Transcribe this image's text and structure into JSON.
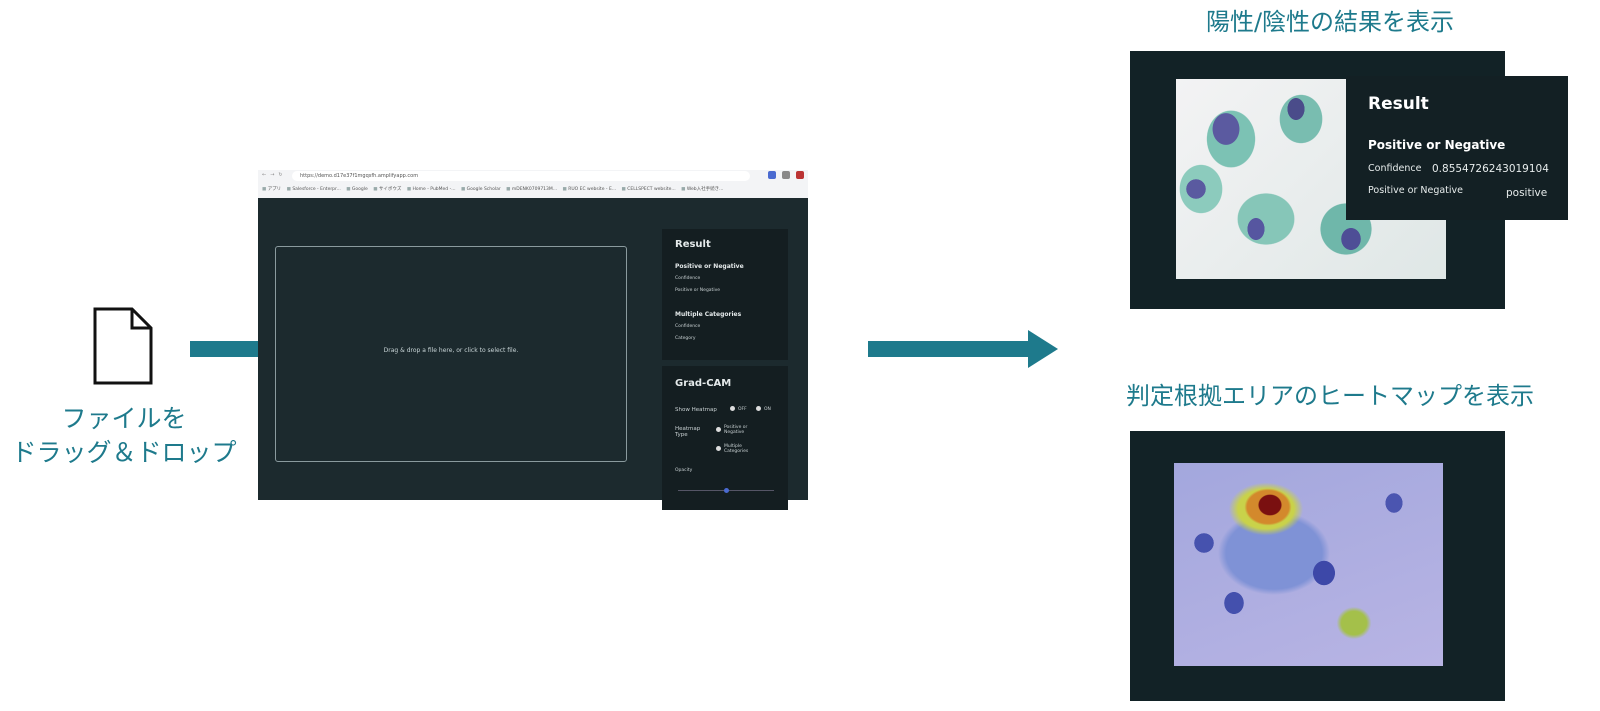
{
  "labels": {
    "left_caption_line1": "ファイルを",
    "left_caption_line2": "ドラッグ＆ドロップ",
    "top_title": "陽性/陰性の結果を表示",
    "bottom_title": "判定根拠エリアのヒートマップを表示"
  },
  "browser": {
    "url": "https://demo.d17e37f1mgqsfh.amplifyapp.com",
    "bookmarks": [
      "アプリ",
      "Salesforce - Enterpr...",
      "Google",
      "サイボウズ",
      "Home - PubMed -...",
      "Google Scholar",
      "mDENK0709713M...",
      "RUO EC website - E...",
      "CELLSPECT website...",
      "Web入社手続き..."
    ],
    "dropzone_text": "Drag & drop a file here, or click to select file.",
    "result_panel": {
      "title": "Result",
      "section1": "Positive or Negative",
      "s1_row1": "Confidence",
      "s1_row2": "Positive or Negative",
      "section2": "Multiple Categories",
      "s2_row1": "Confidence",
      "s2_row2": "Category"
    },
    "gradcam_panel": {
      "title": "Grad-CAM",
      "show_heatmap_label": "Show Heatmap",
      "opt_off": "OFF",
      "opt_on": "ON",
      "heatmap_type_label": "Heatmap Type",
      "type_opt1": "Positive or Negative",
      "type_opt2": "Multiple Categories",
      "opacity_label": "Opacity",
      "opacity_level": 0.5
    }
  },
  "result_card": {
    "title": "Result",
    "section": "Positive or Negative",
    "confidence_label": "Confidence",
    "confidence_value": "0.8554726243019104",
    "pn_label": "Positive or Negative",
    "pn_value": "positive"
  },
  "colors": {
    "accent": "#1e7a8c",
    "app_bg": "#1c2a2e",
    "panel_bg": "#122226"
  }
}
